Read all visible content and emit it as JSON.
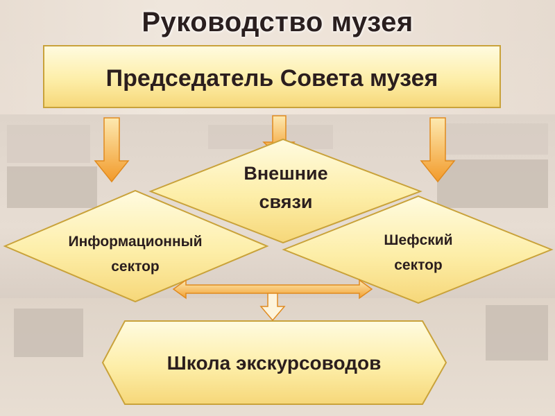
{
  "title": "Руководство музея",
  "nodes": {
    "chairman": "Председатель Совета музея",
    "external_relations": [
      "Внешние",
      "связи"
    ],
    "info_sector": [
      "Информационный",
      "сектор"
    ],
    "patronage_sector": [
      "Шефский",
      "сектор"
    ],
    "guide_school": "Школа экскурсоводов"
  },
  "colors": {
    "box_fill_light": "#fff9cf",
    "box_fill_dark": "#f7d97a",
    "box_stroke": "#b8912a",
    "arrow_fill": "#f3a93a",
    "text": "#2b1e1e"
  }
}
